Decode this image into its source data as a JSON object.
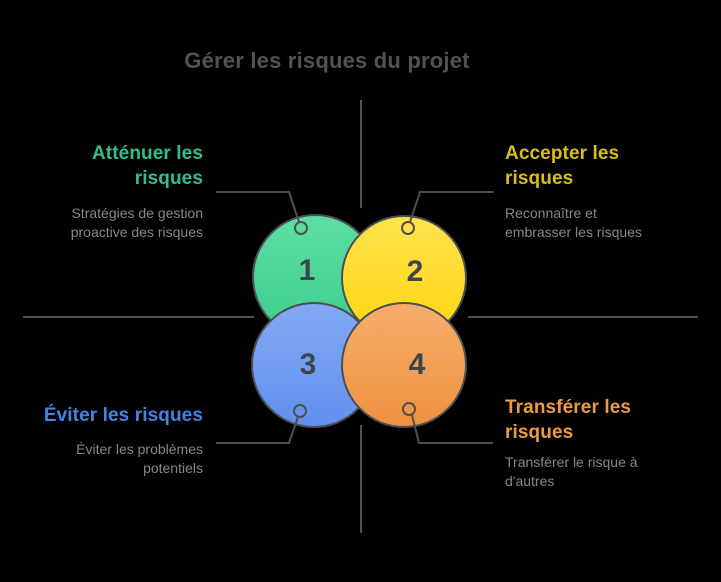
{
  "title": "Gérer les risques du projet",
  "quadrants": [
    {
      "number": "1",
      "heading": "Atténuer les\nrisques",
      "description": "Stratégies de gestion\nproactive des risques",
      "accent_color": "#30bf8d",
      "circle_gradient_top": "#5edda4",
      "circle_gradient_bottom": "#3ccf8e"
    },
    {
      "number": "2",
      "heading": "Accepter les\nrisques",
      "description": "Reconnaître et\nembrasser les risques",
      "accent_color": "#d9be13",
      "circle_gradient_top": "#ffe24d",
      "circle_gradient_bottom": "#ffd60e"
    },
    {
      "number": "3",
      "heading": "Éviter les risques",
      "description": "Éviter les problèmes\npotentiels",
      "accent_color": "#4584e4",
      "circle_gradient_top": "#83a9f4",
      "circle_gradient_bottom": "#6090ef"
    },
    {
      "number": "4",
      "heading": "Transférer les\nrisques",
      "description": "Transférer le risque à\nd'autres",
      "accent_color": "#ee9a41",
      "circle_gradient_top": "#f6ae6b",
      "circle_gradient_bottom": "#ef9140"
    }
  ],
  "style": {
    "background_color": "#000000",
    "title_color": "#4f5356",
    "description_color": "#85878a",
    "axis_line_color": "#6e6e6e",
    "connector_color": "#4f4f4f",
    "circle_outline_color": "#4a4f54",
    "number_color": "#3e444b"
  }
}
